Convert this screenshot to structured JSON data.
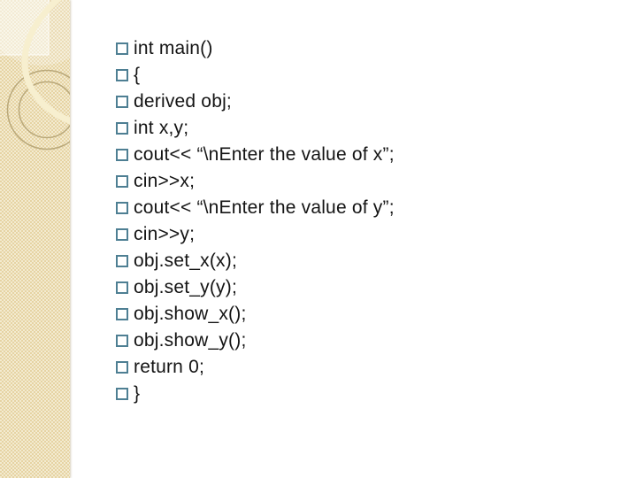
{
  "slide": {
    "kind": "presentation-slide-with-code",
    "code_lines": [
      "int main()",
      "{",
      "derived obj;",
      "int x,y;",
      "cout<< “\\nEnter the value of x”;",
      "cin>>x;",
      "cout<< “\\nEnter the value of y”;",
      "cin>>y;",
      "obj.set_x(x);",
      "obj.set_y(y);",
      "obj.show_x();",
      "obj.show_y();",
      "return 0;",
      "}"
    ],
    "bullet_icon": "square-outline-bullet",
    "colors": {
      "background": "#FFFFFF",
      "text": "#141414",
      "bullet_outline": "#4E7F93",
      "sidebar_light": "#F3EBD0",
      "sidebar_dark": "#E6D3A3",
      "ring_stroke": "#B9A87A",
      "arc_stroke": "#F7EFCF"
    }
  }
}
